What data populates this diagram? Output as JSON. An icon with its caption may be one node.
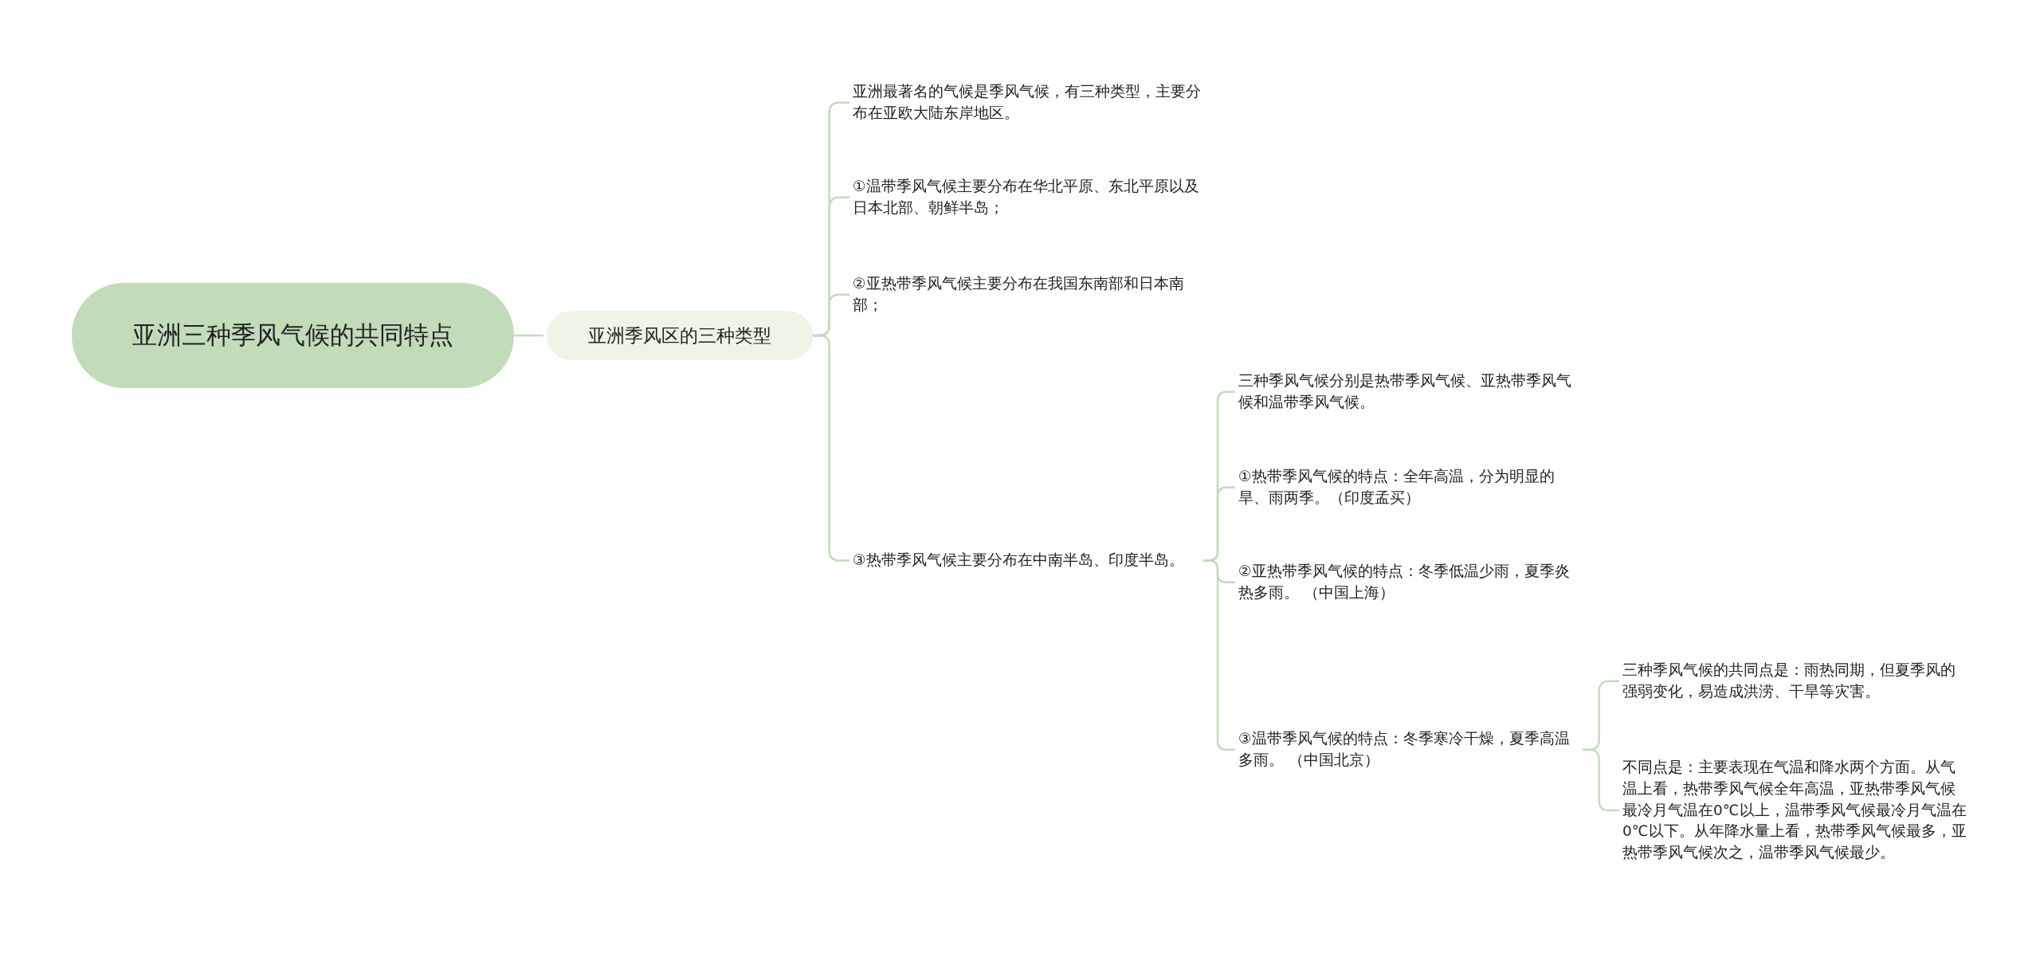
{
  "diagram": {
    "nodes": [
      {
        "text": [
          "亚洲三种季风气候的共同特点"
        ]
      },
      {
        "text": [
          "亚洲季风区的三种类型"
        ]
      },
      {
        "text": [
          "亚洲最著名的气候是季风气候，有三种类型，主要分布在亚欧大陆东岸地区。"
        ]
      },
      {
        "text": [
          "①温带季风气候主要分布在华北平原、东北平原以及日本北部、朝鲜半岛；"
        ]
      },
      {
        "text": [
          "②亚热带季风气候主要分布在我国东南部和日本南部；"
        ]
      },
      {
        "text": [
          "③热带季风气候主要分布在中南半岛、印度半岛。"
        ]
      },
      {
        "text": [
          "三种季风气候分别是热带季风气候、亚热带季风气候和温带季风气候。"
        ]
      },
      {
        "text": [
          "①热带季风气候的特点：全年高温，分为明显的旱、雨两季。（印度孟买）"
        ]
      },
      {
        "text": [
          "②亚热带季风气候的特点：冬季低温少雨，夏季炎热多雨。 （中国上海）"
        ]
      },
      {
        "text": [
          "③温带季风气候的特点：冬季寒冷干燥，夏季高温多雨。 （中国北京）"
        ]
      },
      {
        "text": [
          "三种季风气候的共同点是：雨热同期，但夏季风的强弱变化，易造成洪涝、干旱等灾害。"
        ]
      },
      {
        "text": [
          "不同点是：主要表现在气温和降水两个方面。从气温上看，热带季风气候全年高温，亚热带季风气候最冷月气温在0℃以上，温带季风气候最冷月气温在0℃以下。从年降水量上看，热带季风气候最多，亚热带季风气候次之，温带季风气候最少。"
        ]
      }
    ],
    "edges": [
      {
        "from": 0,
        "to": 1,
        "arrow": "none"
      },
      {
        "from": 1,
        "to": 2,
        "arrow": "none"
      },
      {
        "from": 1,
        "to": 3,
        "arrow": "none"
      },
      {
        "from": 1,
        "to": 4,
        "arrow": "none"
      },
      {
        "from": 1,
        "to": 5,
        "arrow": "none"
      },
      {
        "from": 5,
        "to": 6,
        "arrow": "none"
      },
      {
        "from": 5,
        "to": 7,
        "arrow": "none"
      },
      {
        "from": 5,
        "to": 8,
        "arrow": "none"
      },
      {
        "from": 5,
        "to": 9,
        "arrow": "none"
      },
      {
        "from": 9,
        "to": 10,
        "arrow": "none"
      },
      {
        "from": 9,
        "to": 11,
        "arrow": "none"
      }
    ]
  }
}
